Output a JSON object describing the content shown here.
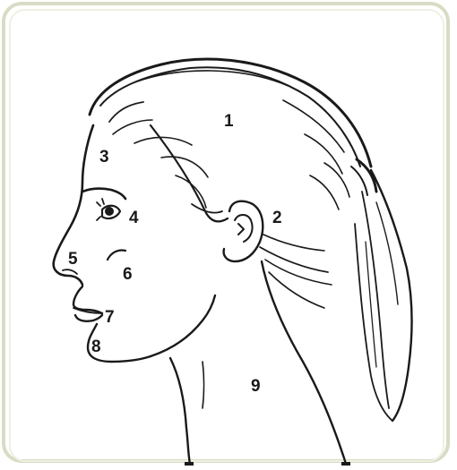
{
  "labels": [
    {
      "id": "l1",
      "text": "1"
    },
    {
      "id": "l2",
      "text": "2"
    },
    {
      "id": "l3",
      "text": "3"
    },
    {
      "id": "l4",
      "text": "4"
    },
    {
      "id": "l5",
      "text": "5"
    },
    {
      "id": "l6",
      "text": "6"
    },
    {
      "id": "l7",
      "text": "7"
    },
    {
      "id": "l8",
      "text": "8"
    },
    {
      "id": "l9",
      "text": "9"
    }
  ],
  "colors": {
    "frame": "#d8dcc4",
    "ink": "#1a1a1a",
    "background": "#ffffff"
  },
  "icons": {
    "figure": "head-profile-line-drawing"
  }
}
